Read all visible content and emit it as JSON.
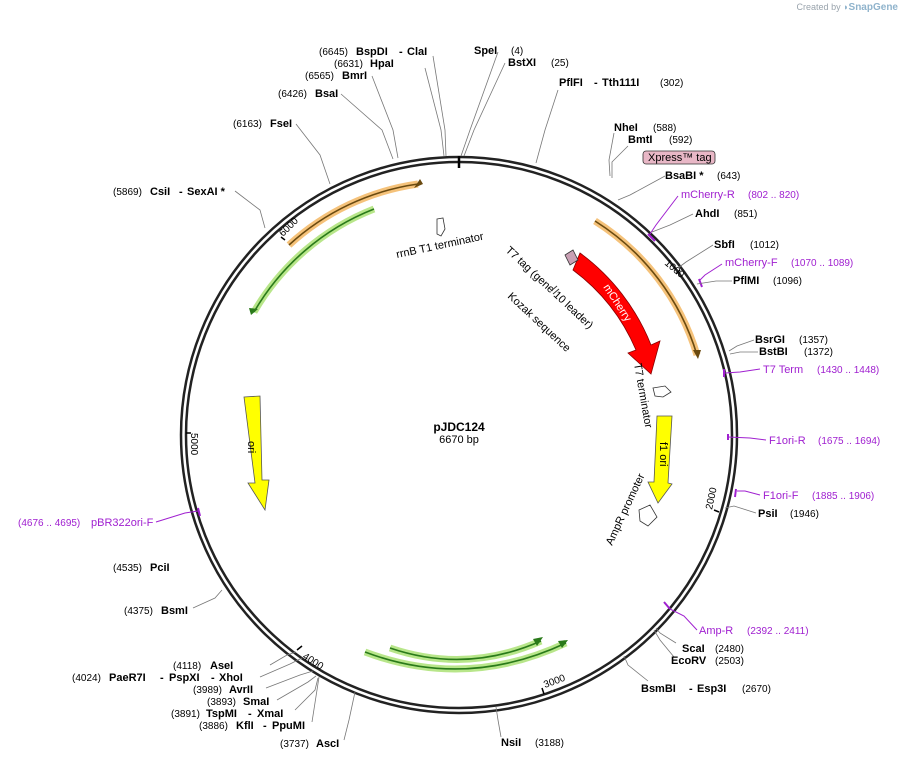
{
  "credit": {
    "prefix": "Created by",
    "brand": "SnapGene"
  },
  "plasmid": {
    "name": "pJDC124",
    "size": "6670 bp"
  },
  "ticks": [
    "1000",
    "2000",
    "3000",
    "4000",
    "5000",
    "6000"
  ],
  "features": {
    "mcherry": "mCherry",
    "ori": "ori",
    "f1ori": "f1 ori",
    "rrnb": "rrnB T1 terminator",
    "t7tag": "T7 tag (gene 10 leader)",
    "kozak": "Kozak sequence",
    "t7term": "T7 terminator",
    "ampr_prom": "AmpR promoter",
    "xpress": "Xpress™ tag"
  },
  "sites": {
    "bspdi": {
      "pos": "(6645)",
      "name": "BspDI",
      "extra": "ClaI"
    },
    "hpai": {
      "pos": "(6631)",
      "name": "HpaI"
    },
    "bmri": {
      "pos": "(6565)",
      "name": "BmrI"
    },
    "bsai": {
      "pos": "(6426)",
      "name": "BsaI"
    },
    "fsei": {
      "pos": "(6163)",
      "name": "FseI"
    },
    "csii": {
      "pos": "(5869)",
      "name": "CsiI",
      "extra": "SexAI *"
    },
    "spei": {
      "name": "SpeI",
      "pos": "(4)"
    },
    "bstxi": {
      "name": "BstXI",
      "pos": "(25)"
    },
    "pflfi": {
      "name": "PflFI",
      "extra": "Tth111I",
      "pos": "(302)"
    },
    "nhei": {
      "name": "NheI",
      "pos": "(588)"
    },
    "bmti": {
      "name": "BmtI",
      "pos": "(592)"
    },
    "bsabi": {
      "name": "BsaBI *",
      "pos": "(643)"
    },
    "ahdi": {
      "name": "AhdI",
      "pos": "(851)"
    },
    "sbfi": {
      "name": "SbfI",
      "pos": "(1012)"
    },
    "pflmi": {
      "name": "PflMI",
      "pos": "(1096)"
    },
    "bsrgi": {
      "name": "BsrGI",
      "pos": "(1357)"
    },
    "bstbi": {
      "name": "BstBI",
      "pos": "(1372)"
    },
    "psii": {
      "name": "PsiI",
      "pos": "(1946)"
    },
    "scai": {
      "name": "ScaI",
      "pos": "(2480)"
    },
    "ecorv": {
      "name": "EcoRV",
      "pos": "(2503)"
    },
    "bsmbi": {
      "name": "BsmBI",
      "extra": "Esp3I",
      "pos": "(2670)"
    },
    "nsii": {
      "name": "NsiI",
      "pos": "(3188)"
    },
    "asci": {
      "pos": "(3737)",
      "name": "AscI"
    },
    "kfli": {
      "pos": "(3886)",
      "name": "KflI",
      "extra": "PpuMI"
    },
    "tspmi": {
      "pos": "(3891)",
      "name": "TspMI",
      "extra": "XmaI"
    },
    "smai": {
      "pos": "(3893)",
      "name": "SmaI"
    },
    "avrii": {
      "pos": "(3989)",
      "name": "AvrII"
    },
    "paer7i": {
      "pos": "(4024)",
      "name": "PaeR7I",
      "extra1": "PspXI",
      "extra2": "XhoI"
    },
    "asei": {
      "pos": "(4118)",
      "name": "AseI"
    },
    "bsmi": {
      "pos": "(4375)",
      "name": "BsmI"
    },
    "pcii": {
      "pos": "(4535)",
      "name": "PciI"
    }
  },
  "primers": {
    "mcherry_r": {
      "name": "mCherry-R",
      "range": "(802 .. 820)"
    },
    "mcherry_f": {
      "name": "mCherry-F",
      "range": "(1070 .. 1089)"
    },
    "t7term": {
      "name": "T7 Term",
      "range": "(1430 .. 1448)"
    },
    "f1ori_r": {
      "name": "F1ori-R",
      "range": "(1675 .. 1694)"
    },
    "f1ori_f": {
      "name": "F1ori-F",
      "range": "(1885 .. 1906)"
    },
    "amp_r": {
      "name": "Amp-R",
      "range": "(2392 .. 2411)"
    },
    "pbr322": {
      "range": "(4676 .. 4695)",
      "name": "pBR322ori-F"
    }
  },
  "colors": {
    "mcherry": "#ff0000",
    "yellow": "#ffff00",
    "orange_halo": "#f5c27a",
    "green_halo": "#b8e68a",
    "green_line": "#2a7a1a",
    "primer": "#a020d0",
    "xpress": "#e8b7c6"
  }
}
